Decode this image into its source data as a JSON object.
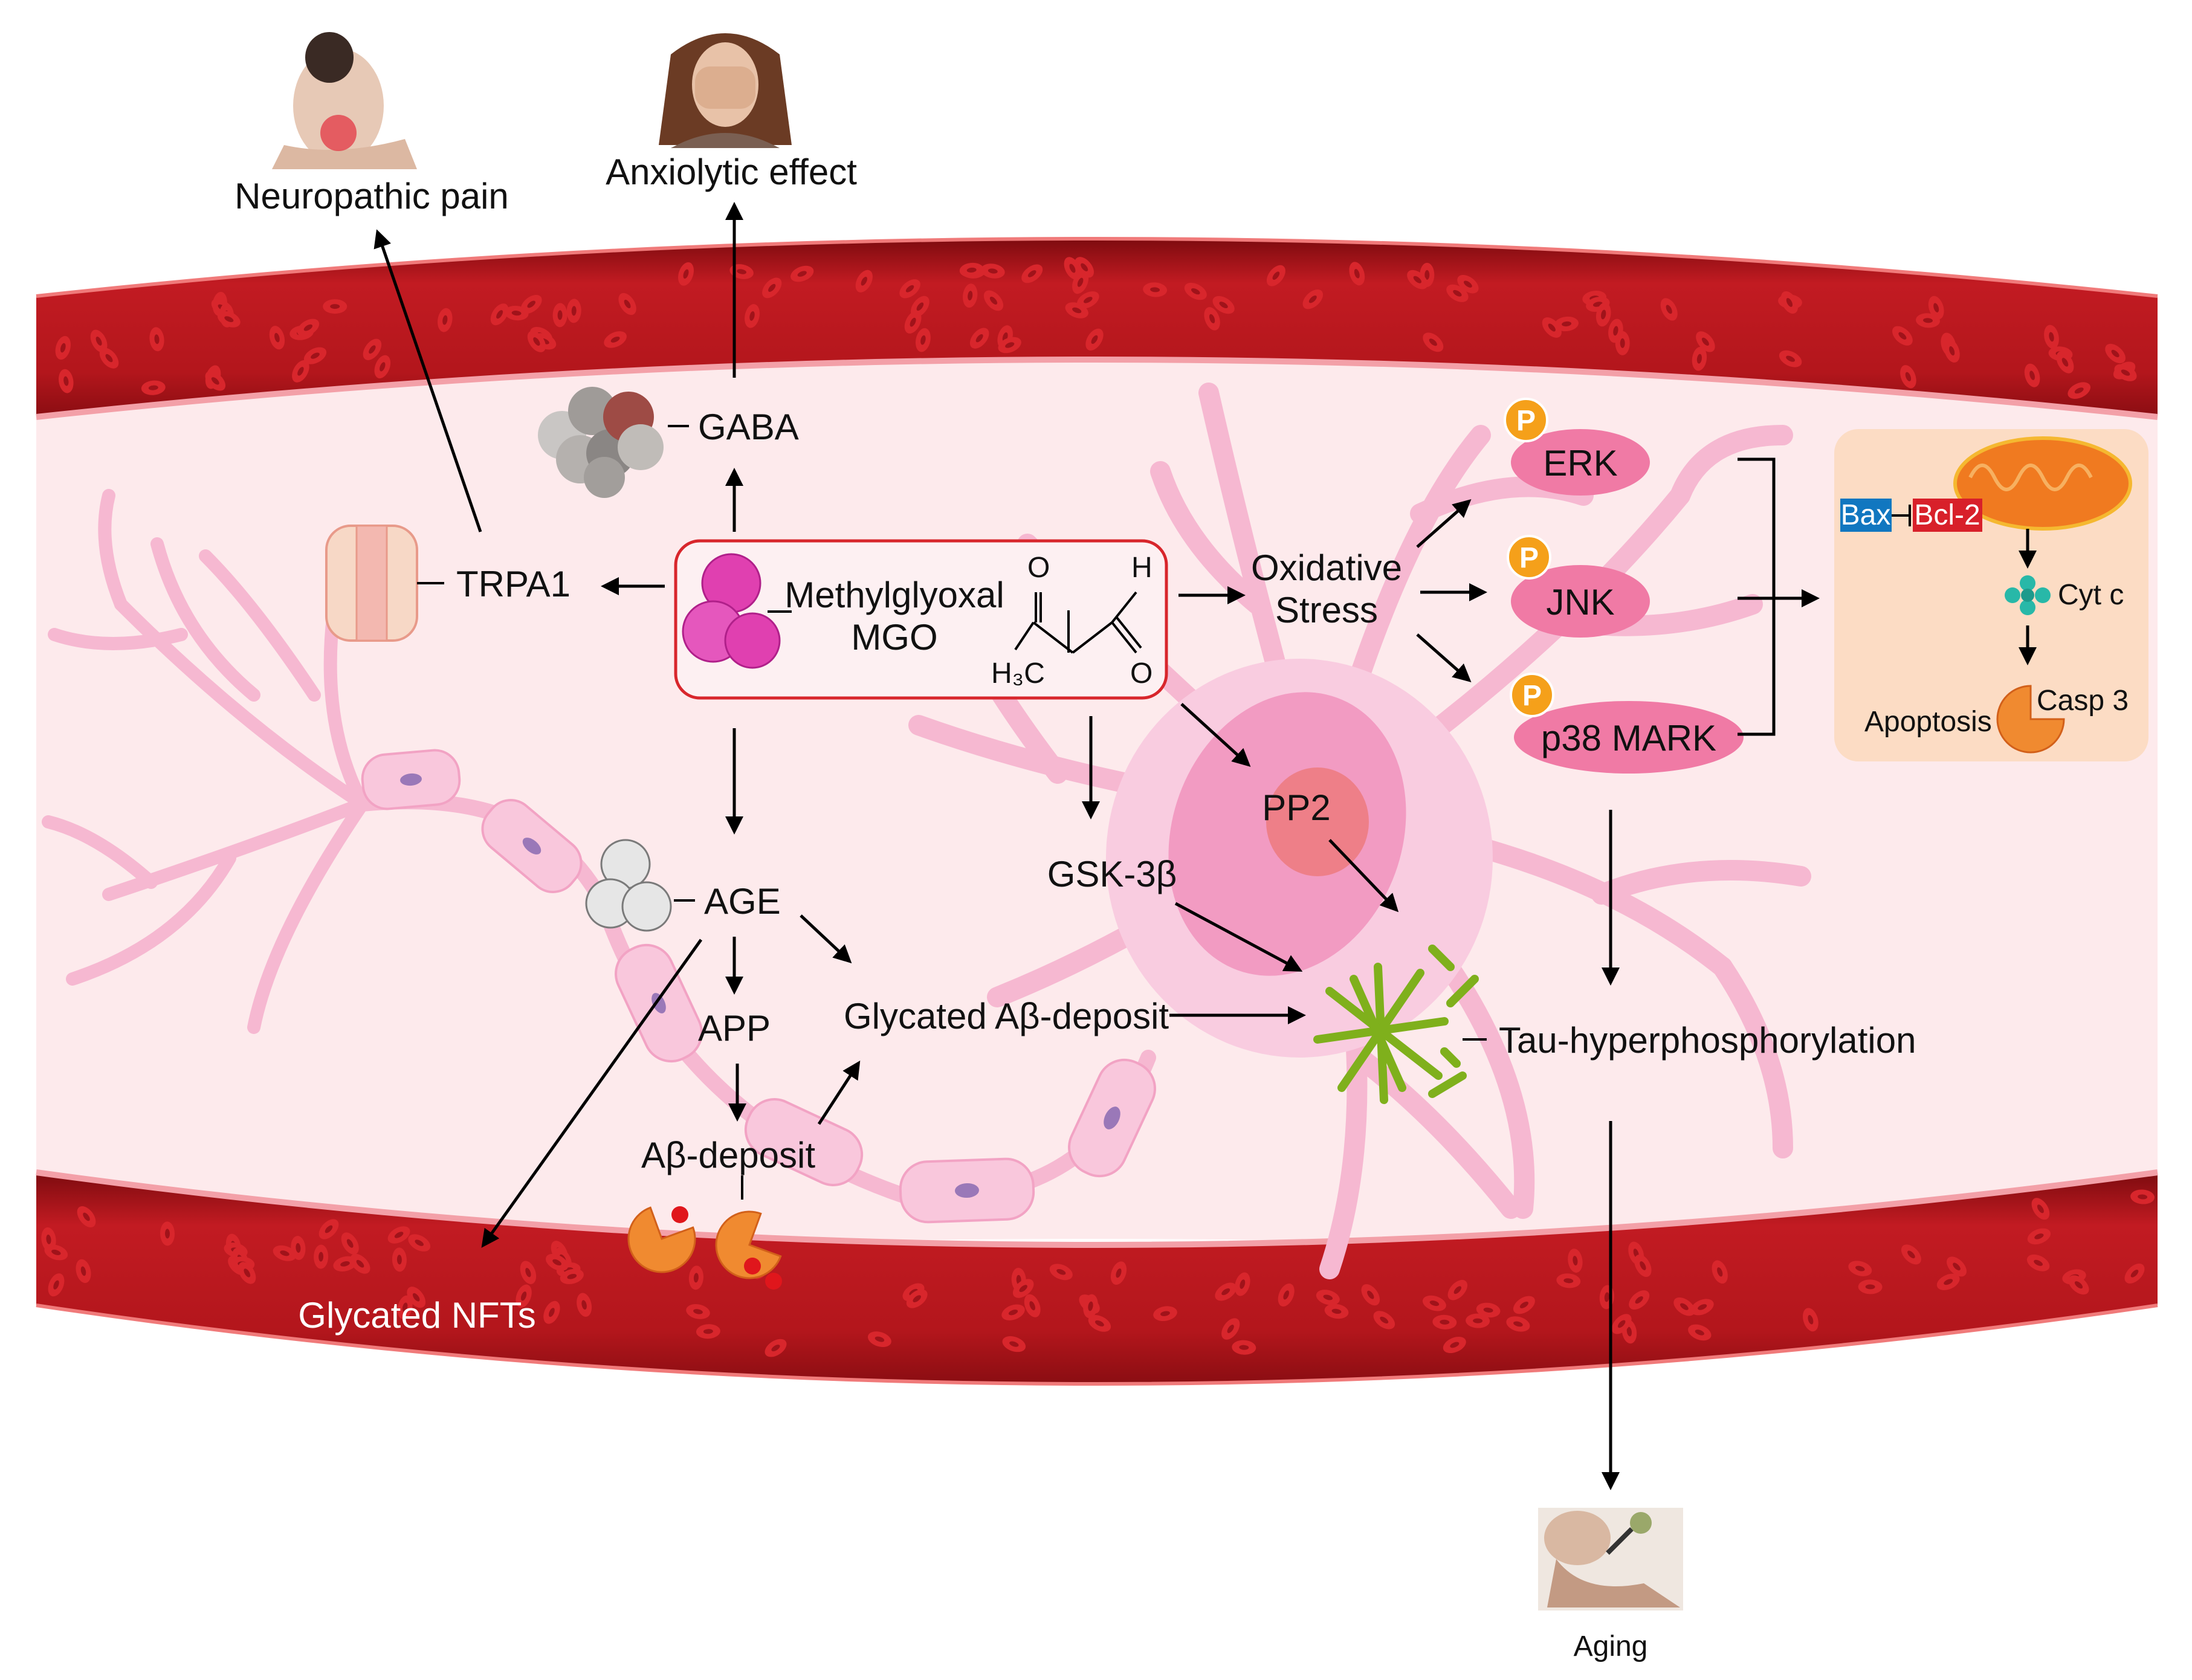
{
  "outcomes": {
    "neuropathic_pain": "Neuropathic pain",
    "anxiolytic_effect": "Anxiolytic effect",
    "aging": "Aging"
  },
  "center": {
    "name": "Methylglyoxal",
    "abbr": "MGO",
    "chem_o_top": "O",
    "chem_h": "H",
    "chem_h3c": "H₃C",
    "chem_o_bottom": "O"
  },
  "nodes": {
    "gaba": "GABA",
    "trpa1": "TRPA1",
    "oxidative_stress": "Oxidative Stress",
    "oxidative_line1": "Oxidative",
    "oxidative_line2": "Stress",
    "age": "AGE",
    "app": "APP",
    "abeta_deposit": "Aβ-deposit",
    "glycated_abeta": "Glycated Aβ-deposit",
    "gsk3b": "GSK-3β",
    "pp2": "PP2",
    "tau": "Tau-hyperphosphorylation",
    "glycated_nfts": "Glycated NFTs"
  },
  "kinases": {
    "phospho": "P",
    "erk": "ERK",
    "jnk": "JNK",
    "p38": "p38 MARK"
  },
  "apoptosis_panel": {
    "bax": "Bax",
    "bcl2": "Bcl-2",
    "cytc": "Cyt c",
    "casp3": "Casp 3",
    "apoptosis": "Apoptosis"
  },
  "colors": {
    "vessel_wall": "#b3161c",
    "vessel_dark": "#7d0b0f",
    "blood_cell": "#d8262c",
    "lumen": "#fdeaec",
    "neuron": "#f6b8d1",
    "mgo_box_border": "#d8262c",
    "mgo_molecule": "#e040b0",
    "kinase_fill": "#f07aa5",
    "phospho_badge": "#f5a01a",
    "apoptosis_panel": "#fcdcc4",
    "mitochondria": "#f07a20",
    "bax": "#1177c0",
    "bcl2": "#d8202a",
    "tangle": "#7fb01c",
    "casp": "#f08a30"
  }
}
